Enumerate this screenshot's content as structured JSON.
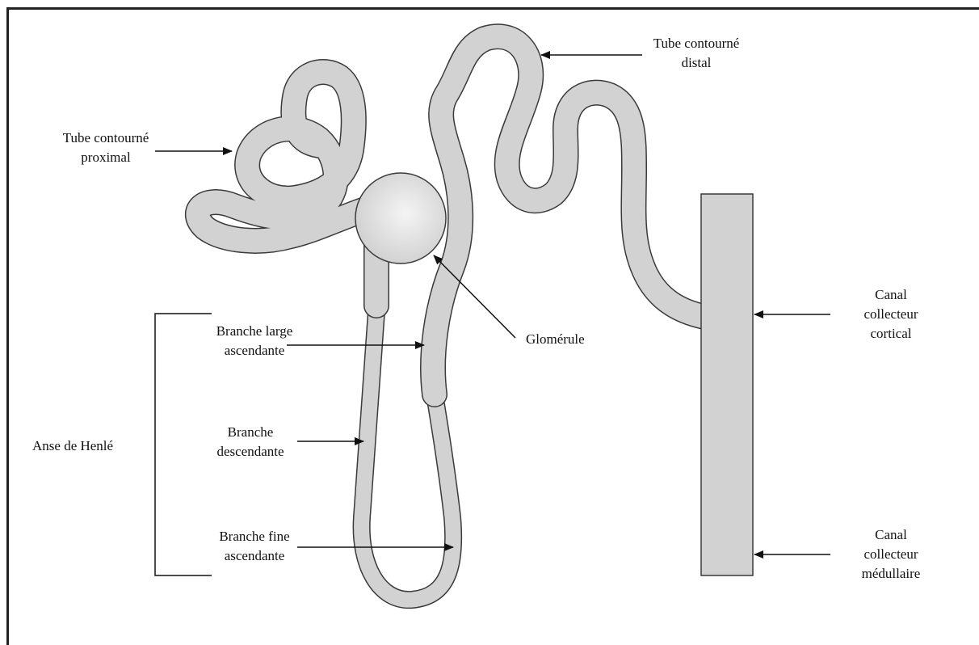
{
  "labels": {
    "proximal": "Tube contourné\nproximal",
    "distal": "Tube contourné\ndistal",
    "glomerule": "Glomérule",
    "branche_large": "Branche large\nascendante",
    "branche_desc": "Branche\ndescendante",
    "branche_fine": "Branche fine\nascendante",
    "anse": "Anse de Henlé",
    "canal_cortical": "Canal\ncollecteur\ncortical",
    "canal_medullaire": "Canal\ncollecteur\nmédullaire"
  },
  "colors": {
    "tube_fill": "#d2d2d2",
    "tube_outline": "#3a3a3a",
    "glomerule_center": "#f2f2f2",
    "glomerule_edge": "#c8c8c8",
    "arrow": "#111111"
  }
}
